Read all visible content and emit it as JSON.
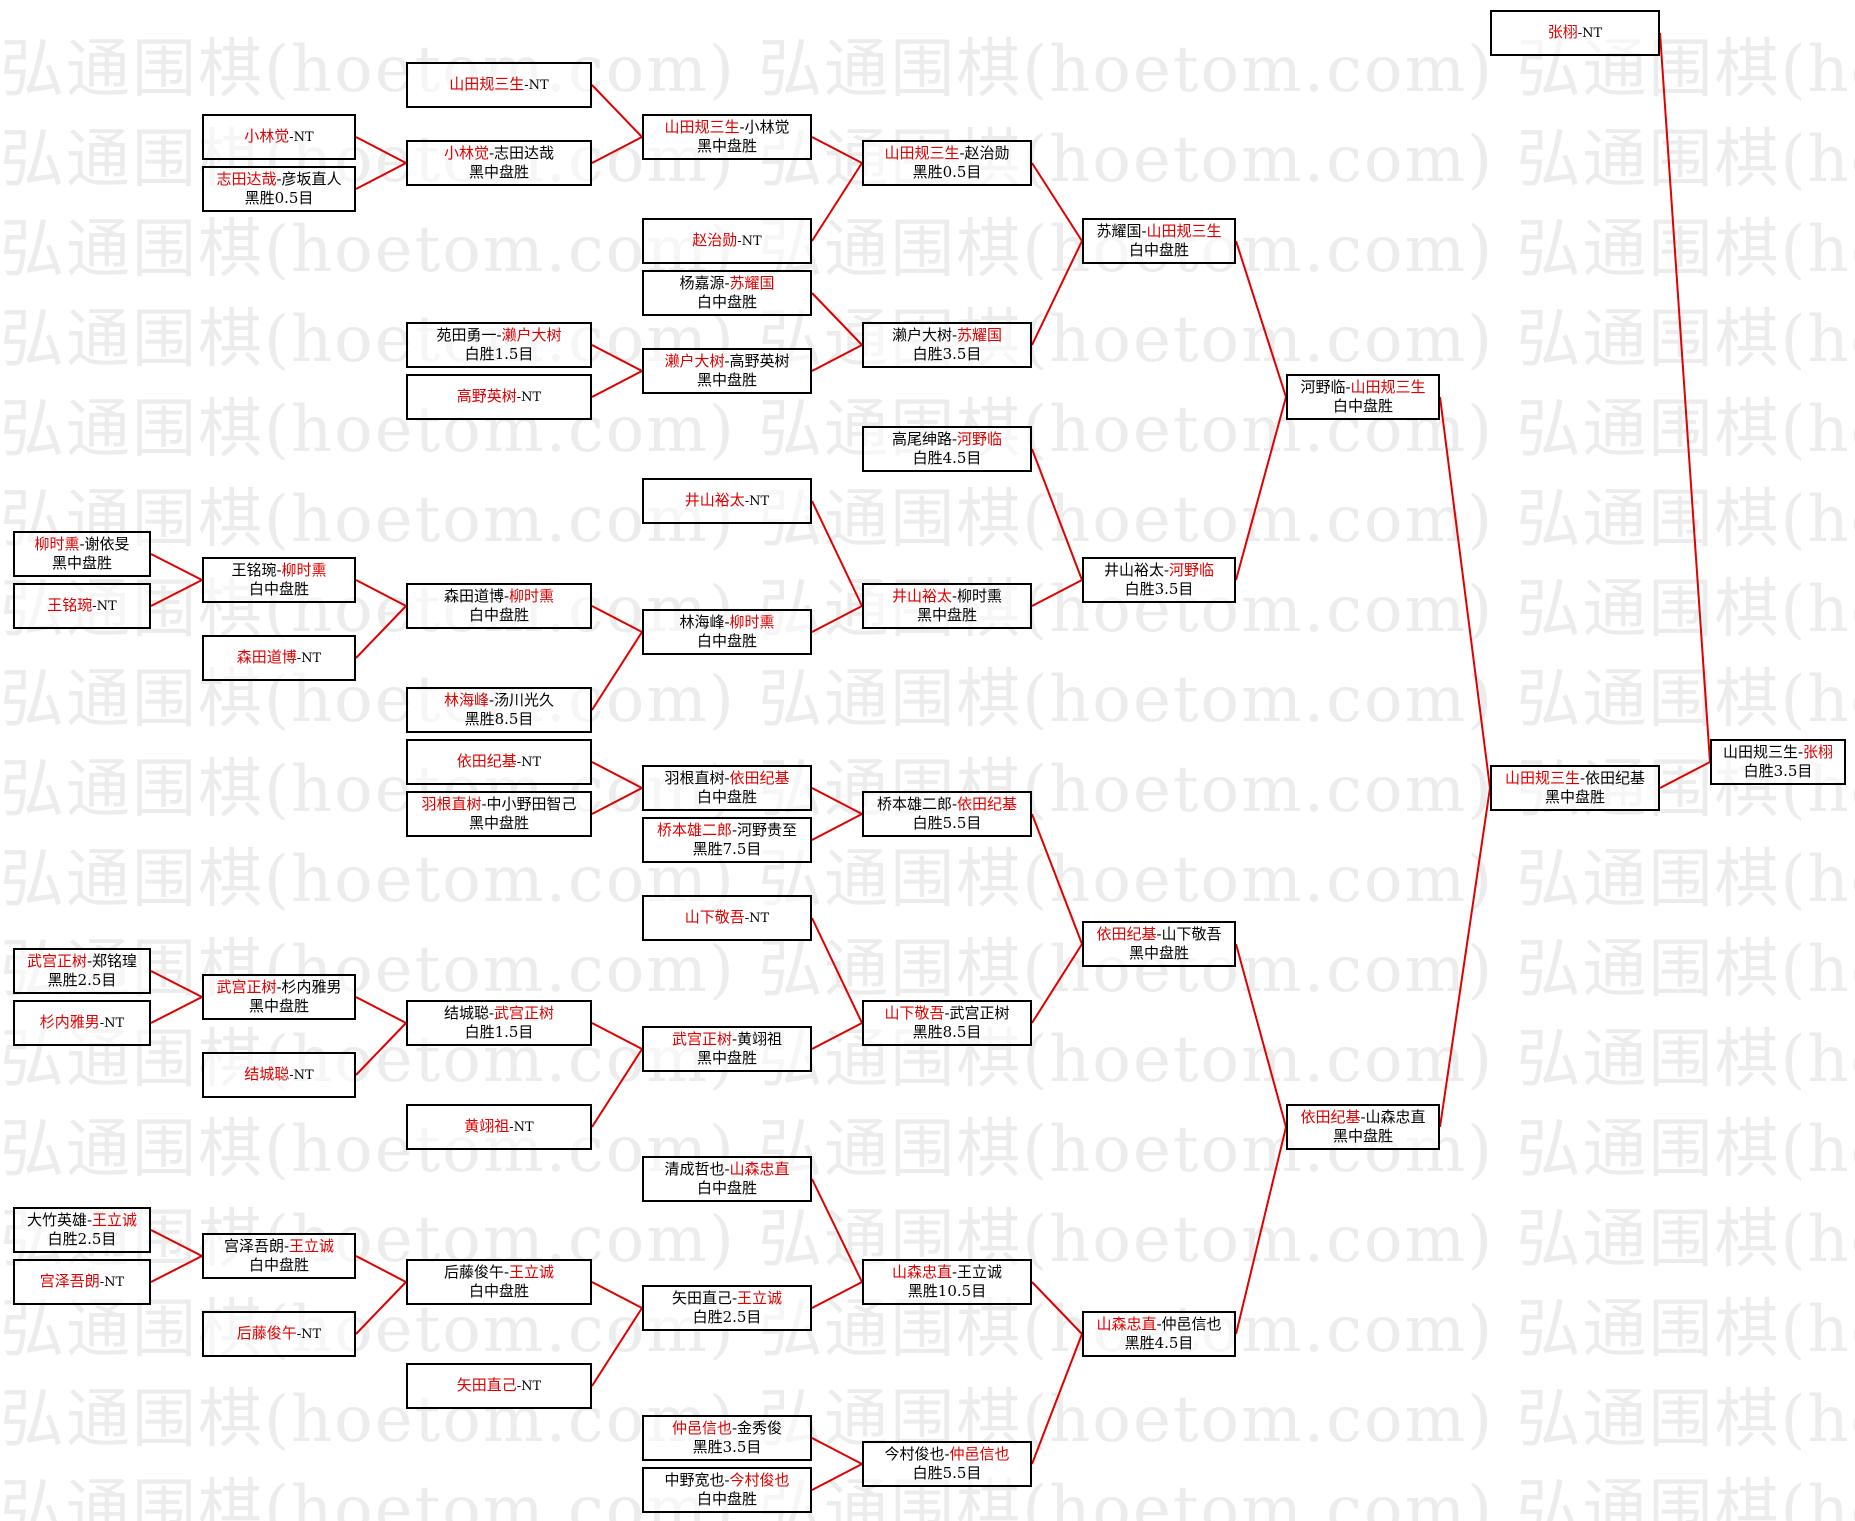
{
  "watermark": "弘通围棋(hoetom.com)",
  "colors": {
    "line": "#e00000",
    "winner": "#e00000",
    "border": "#000000"
  },
  "matches": [
    {
      "id": "r1-1",
      "p1": "柳时熏",
      "p2": "谢依旻",
      "winner": 1,
      "result": "黑中盘胜"
    },
    {
      "id": "r1-2",
      "p1": "王铭琬",
      "p2": "",
      "winner": 1,
      "result": "NT"
    },
    {
      "id": "r1-3",
      "p1": "武宫正树",
      "p2": "郑铭瑝",
      "winner": 1,
      "result": "黑胜2.5目"
    },
    {
      "id": "r1-4",
      "p1": "杉内雅男",
      "p2": "",
      "winner": 1,
      "result": "NT"
    },
    {
      "id": "r1-5",
      "p1": "大竹英雄",
      "p2": "王立诚",
      "winner": 2,
      "result": "白胜2.5目"
    },
    {
      "id": "r1-6",
      "p1": "宫泽吾朗",
      "p2": "",
      "winner": 1,
      "result": "NT"
    },
    {
      "id": "r2-1",
      "p1": "小林觉",
      "p2": "",
      "winner": 1,
      "result": "NT"
    },
    {
      "id": "r2-2",
      "p1": "志田达哉",
      "p2": "彦坂直人",
      "winner": 1,
      "result": "黑胜0.5目"
    },
    {
      "id": "r2-3",
      "p1": "王铭琬",
      "p2": "柳时熏",
      "winner": 2,
      "result": "白中盘胜"
    },
    {
      "id": "r2-4",
      "p1": "森田道博",
      "p2": "",
      "winner": 1,
      "result": "NT"
    },
    {
      "id": "r2-5",
      "p1": "武宫正树",
      "p2": "杉内雅男",
      "winner": 1,
      "result": "黑中盘胜"
    },
    {
      "id": "r2-6",
      "p1": "结城聪",
      "p2": "",
      "winner": 1,
      "result": "NT"
    },
    {
      "id": "r2-7",
      "p1": "宫泽吾朗",
      "p2": "王立诚",
      "winner": 2,
      "result": "白中盘胜"
    },
    {
      "id": "r2-8",
      "p1": "后藤俊午",
      "p2": "",
      "winner": 1,
      "result": "NT"
    },
    {
      "id": "r3-1",
      "p1": "山田规三生",
      "p2": "",
      "winner": 1,
      "result": "NT"
    },
    {
      "id": "r3-2",
      "p1": "小林觉",
      "p2": "志田达哉",
      "winner": 1,
      "result": "黑中盘胜"
    },
    {
      "id": "r3-3",
      "p1": "苑田勇一",
      "p2": "濑户大树",
      "winner": 2,
      "result": "白胜1.5目"
    },
    {
      "id": "r3-4",
      "p1": "高野英树",
      "p2": "",
      "winner": 1,
      "result": "NT"
    },
    {
      "id": "r3-5",
      "p1": "森田道博",
      "p2": "柳时熏",
      "winner": 2,
      "result": "白中盘胜"
    },
    {
      "id": "r3-6",
      "p1": "林海峰",
      "p2": "汤川光久",
      "winner": 1,
      "result": "黑胜8.5目"
    },
    {
      "id": "r3-7",
      "p1": "依田纪基",
      "p2": "",
      "winner": 1,
      "result": "NT"
    },
    {
      "id": "r3-8",
      "p1": "羽根直树",
      "p2": "中小野田智己",
      "winner": 1,
      "result": "黑中盘胜"
    },
    {
      "id": "r3-9",
      "p1": "结城聪",
      "p2": "武宫正树",
      "winner": 2,
      "result": "白胜1.5目"
    },
    {
      "id": "r3-10",
      "p1": "黄翊祖",
      "p2": "",
      "winner": 1,
      "result": "NT"
    },
    {
      "id": "r3-11",
      "p1": "后藤俊午",
      "p2": "王立诚",
      "winner": 2,
      "result": "白中盘胜"
    },
    {
      "id": "r3-12",
      "p1": "矢田直己",
      "p2": "",
      "winner": 1,
      "result": "NT"
    },
    {
      "id": "r4-1",
      "p1": "山田规三生",
      "p2": "小林觉",
      "winner": 1,
      "result": "黑中盘胜"
    },
    {
      "id": "r4-2",
      "p1": "赵治勋",
      "p2": "",
      "winner": 1,
      "result": "NT"
    },
    {
      "id": "r4-3",
      "p1": "杨嘉源",
      "p2": "苏耀国",
      "winner": 2,
      "result": "白中盘胜"
    },
    {
      "id": "r4-4",
      "p1": "濑户大树",
      "p2": "高野英树",
      "winner": 1,
      "result": "黑中盘胜"
    },
    {
      "id": "r4-5",
      "p1": "井山裕太",
      "p2": "",
      "winner": 1,
      "result": "NT"
    },
    {
      "id": "r4-6",
      "p1": "林海峰",
      "p2": "柳时熏",
      "winner": 2,
      "result": "白中盘胜"
    },
    {
      "id": "r4-7",
      "p1": "羽根直树",
      "p2": "依田纪基",
      "winner": 2,
      "result": "白中盘胜"
    },
    {
      "id": "r4-8",
      "p1": "桥本雄二郎",
      "p2": "河野贵至",
      "winner": 1,
      "result": "黑胜7.5目"
    },
    {
      "id": "r4-9",
      "p1": "山下敬吾",
      "p2": "",
      "winner": 1,
      "result": "NT"
    },
    {
      "id": "r4-10",
      "p1": "武宫正树",
      "p2": "黄翊祖",
      "winner": 1,
      "result": "黑中盘胜"
    },
    {
      "id": "r4-11",
      "p1": "清成哲也",
      "p2": "山森忠直",
      "winner": 2,
      "result": "白中盘胜"
    },
    {
      "id": "r4-12",
      "p1": "矢田直己",
      "p2": "王立诚",
      "winner": 2,
      "result": "白胜2.5目"
    },
    {
      "id": "r4-13",
      "p1": "仲邑信也",
      "p2": "金秀俊",
      "winner": 1,
      "result": "黑胜3.5目"
    },
    {
      "id": "r4-14",
      "p1": "中野宽也",
      "p2": "今村俊也",
      "winner": 2,
      "result": "白中盘胜"
    },
    {
      "id": "r5-1",
      "p1": "山田规三生",
      "p2": "赵治勋",
      "winner": 1,
      "result": "黑胜0.5目"
    },
    {
      "id": "r5-2",
      "p1": "濑户大树",
      "p2": "苏耀国",
      "winner": 2,
      "result": "白胜3.5目"
    },
    {
      "id": "r5-3",
      "p1": "高尾绅路",
      "p2": "河野临",
      "winner": 2,
      "result": "白胜4.5目"
    },
    {
      "id": "r5-4",
      "p1": "井山裕太",
      "p2": "柳时熏",
      "winner": 1,
      "result": "黑中盘胜"
    },
    {
      "id": "r5-5",
      "p1": "桥本雄二郎",
      "p2": "依田纪基",
      "winner": 2,
      "result": "白胜5.5目"
    },
    {
      "id": "r5-6",
      "p1": "山下敬吾",
      "p2": "武宫正树",
      "winner": 1,
      "result": "黑胜8.5目"
    },
    {
      "id": "r5-7",
      "p1": "山森忠直",
      "p2": "王立诚",
      "winner": 1,
      "result": "黑胜10.5目"
    },
    {
      "id": "r5-8",
      "p1": "今村俊也",
      "p2": "仲邑信也",
      "winner": 2,
      "result": "白胜5.5目"
    },
    {
      "id": "r6-1",
      "p1": "苏耀国",
      "p2": "山田规三生",
      "winner": 2,
      "result": "白中盘胜"
    },
    {
      "id": "r6-2",
      "p1": "井山裕太",
      "p2": "河野临",
      "winner": 2,
      "result": "白胜3.5目"
    },
    {
      "id": "r6-3",
      "p1": "依田纪基",
      "p2": "山下敬吾",
      "winner": 1,
      "result": "黑中盘胜"
    },
    {
      "id": "r6-4",
      "p1": "山森忠直",
      "p2": "仲邑信也",
      "winner": 1,
      "result": "黑胜4.5目"
    },
    {
      "id": "r7-1",
      "p1": "河野临",
      "p2": "山田规三生",
      "winner": 2,
      "result": "白中盘胜"
    },
    {
      "id": "r7-2",
      "p1": "依田纪基",
      "p2": "山森忠直",
      "winner": 1,
      "result": "黑中盘胜"
    },
    {
      "id": "r8-1",
      "p1": "山田规三生",
      "p2": "依田纪基",
      "winner": 1,
      "result": "黑中盘胜"
    },
    {
      "id": "r8-2",
      "p1": "张栩",
      "p2": "",
      "winner": 1,
      "result": "NT"
    },
    {
      "id": "r9-1",
      "p1": "山田规三生",
      "p2": "张栩",
      "winner": 2,
      "result": "白胜3.5目"
    }
  ]
}
